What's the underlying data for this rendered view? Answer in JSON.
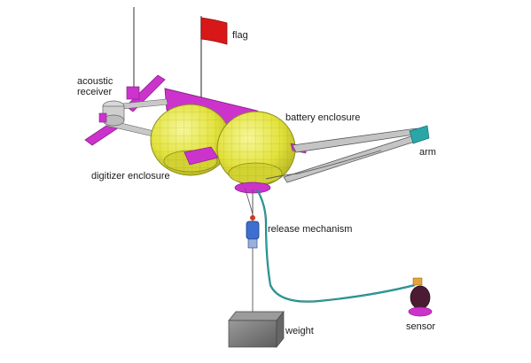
{
  "labels": {
    "flag": "flag",
    "acoustic_receiver": "acoustic receiver",
    "battery_enclosure": "battery enclosure",
    "arm": "arm",
    "digitizer_enclosure": "digitizer enclosure",
    "release_mechanism": "release mechanism",
    "weight": "weight",
    "sensor": "sensor"
  },
  "colors": {
    "enclosure_yellow": "#e8e84a",
    "enclosure_outline": "#8c8c1e",
    "frame_magenta": "#cc33cc",
    "frame_magenta_dark": "#8a1f8a",
    "flag_red": "#d81818",
    "cable_teal": "#2aa6a6",
    "arm_grey": "#b8b8b8",
    "weight_grey": "#7d7d7d",
    "mechanism_blue": "#3c6fd0"
  }
}
